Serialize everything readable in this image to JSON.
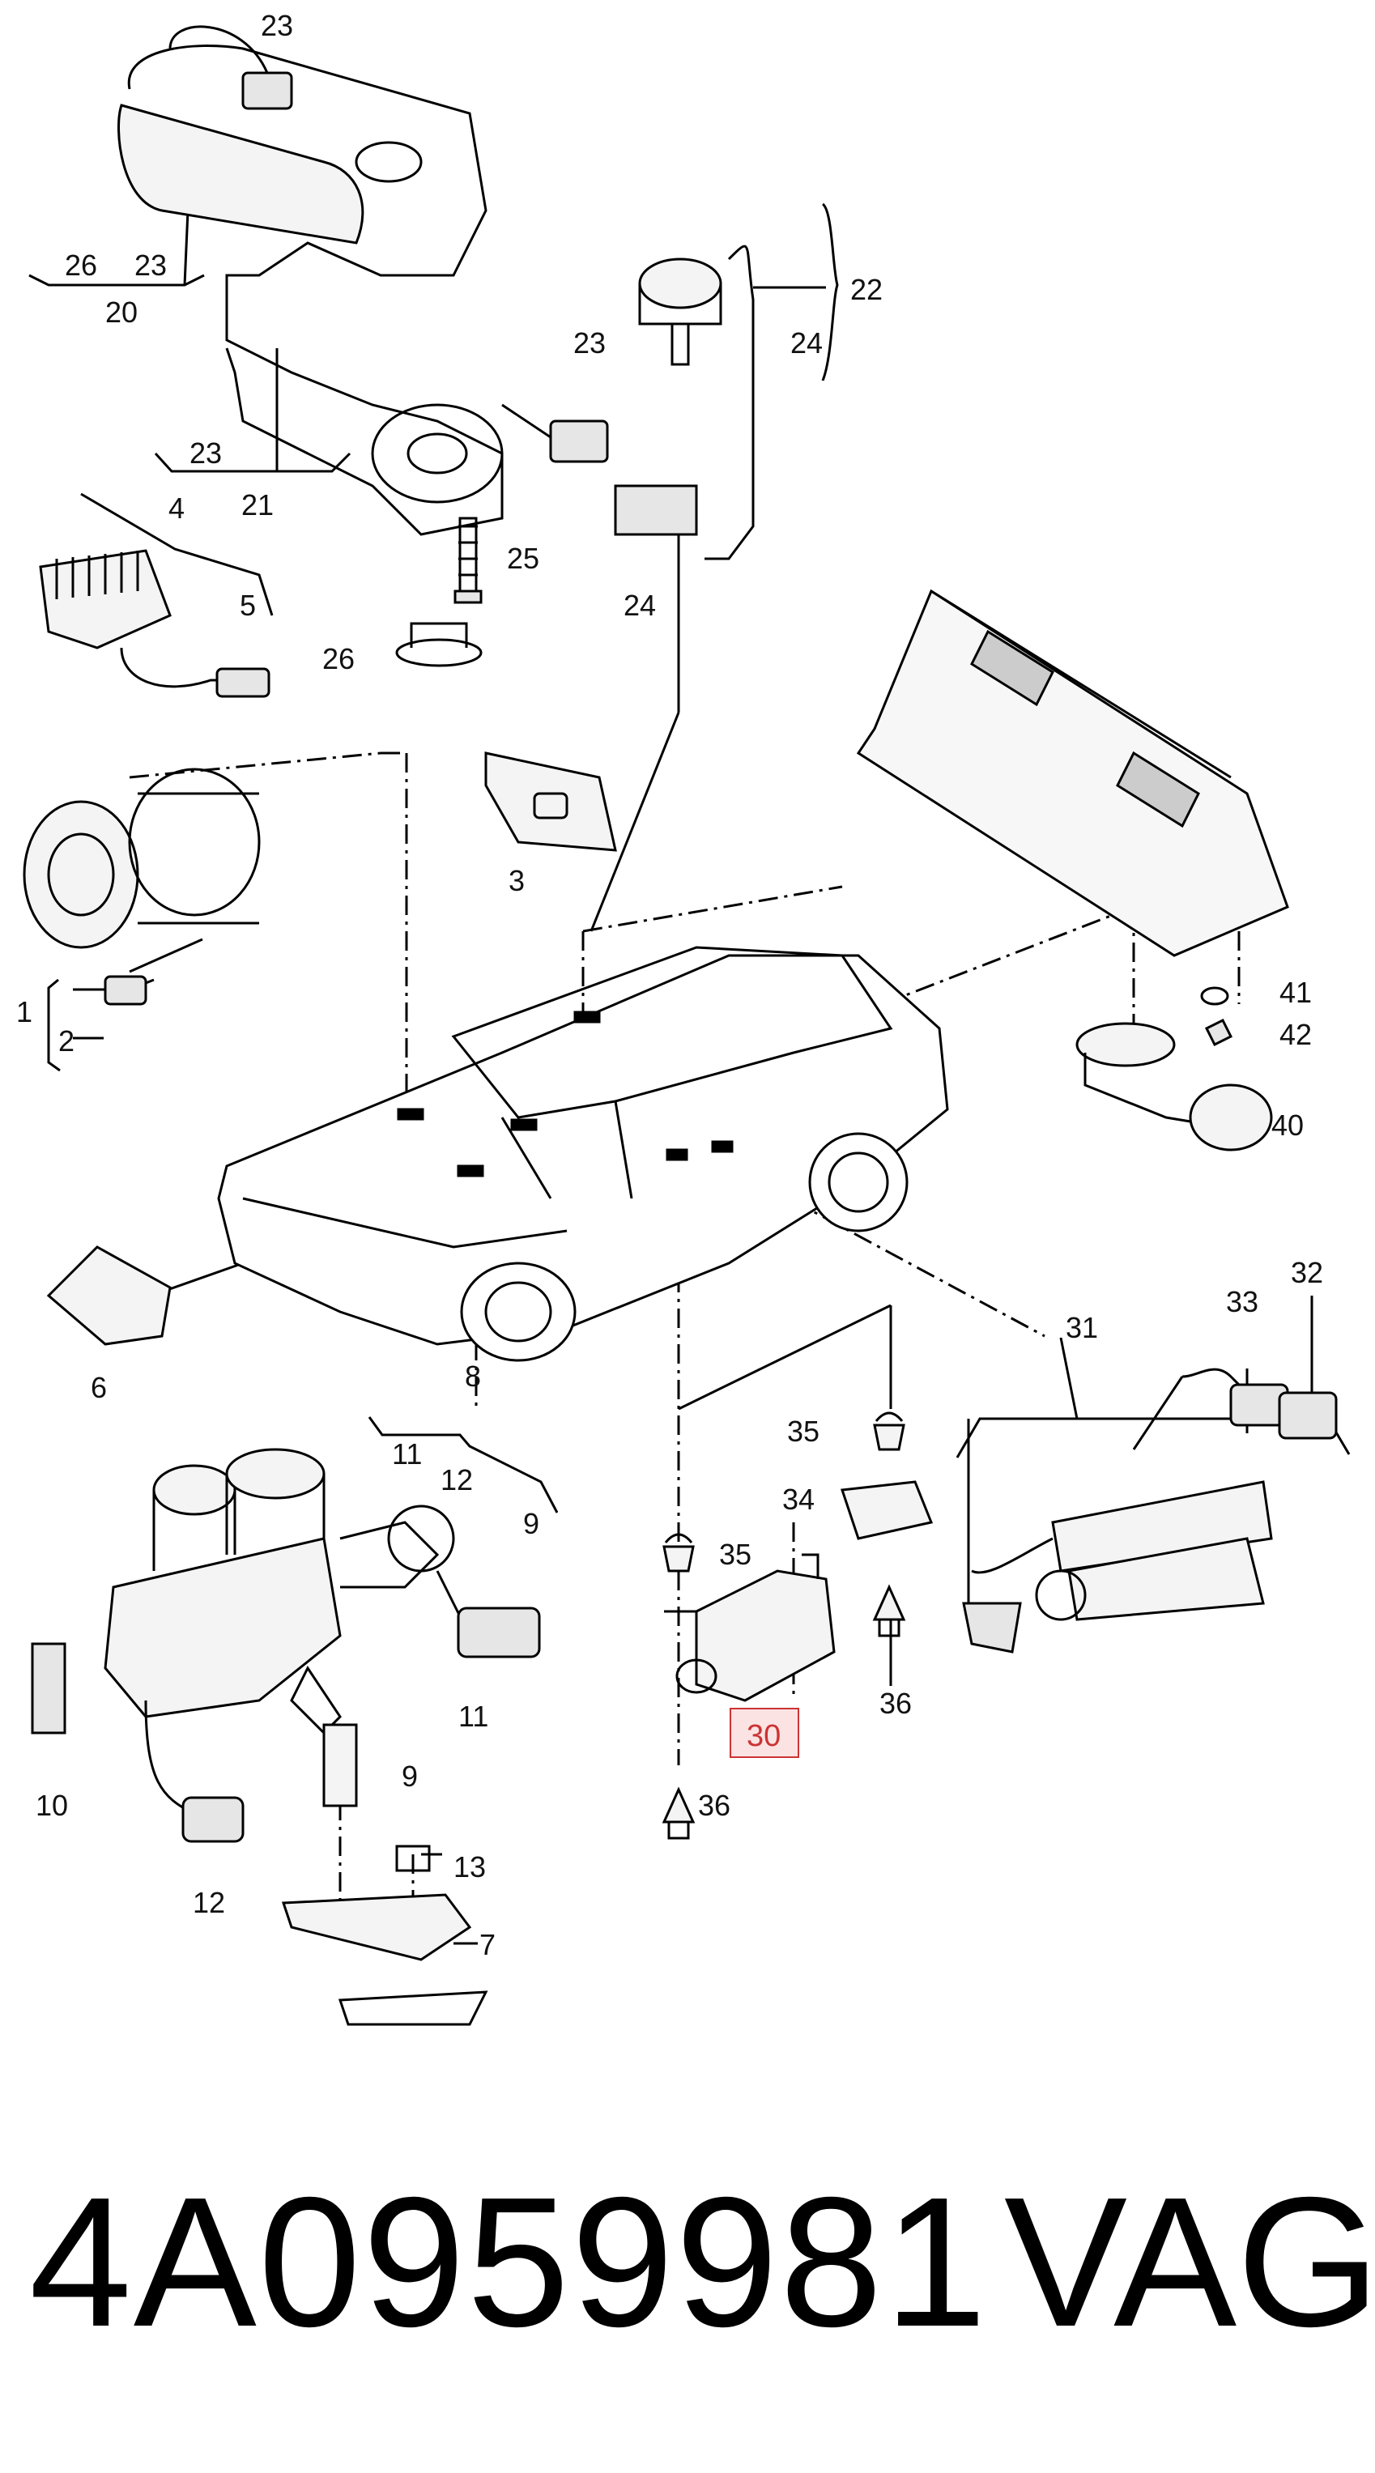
{
  "part_number": "4A0959981",
  "brand": "VAG",
  "highlight_color": "#cc3333",
  "highlight_fill": "#fbe3e3",
  "callouts": {
    "c23a": "23",
    "c26": "26",
    "c23b": "23",
    "c20": "20",
    "c22": "22",
    "c24a": "24",
    "c23c": "23",
    "c23d": "23",
    "c21": "21",
    "c4": "4",
    "c25": "25",
    "c24b": "24",
    "c5": "5",
    "c26b": "26",
    "c3": "3",
    "c41": "41",
    "c42": "42",
    "c40": "40",
    "c1": "1",
    "c2": "2",
    "c6": "6",
    "c8": "8",
    "c31": "31",
    "c33": "33",
    "c32": "32",
    "c11a": "11",
    "c12a": "12",
    "c9a": "9",
    "c35a": "35",
    "c34": "34",
    "c35b": "35",
    "c36a": "36",
    "c30": "30",
    "c11b": "11",
    "c10": "10",
    "c9b": "9",
    "c36b": "36",
    "c13": "13",
    "c12b": "12",
    "c7": "7"
  }
}
